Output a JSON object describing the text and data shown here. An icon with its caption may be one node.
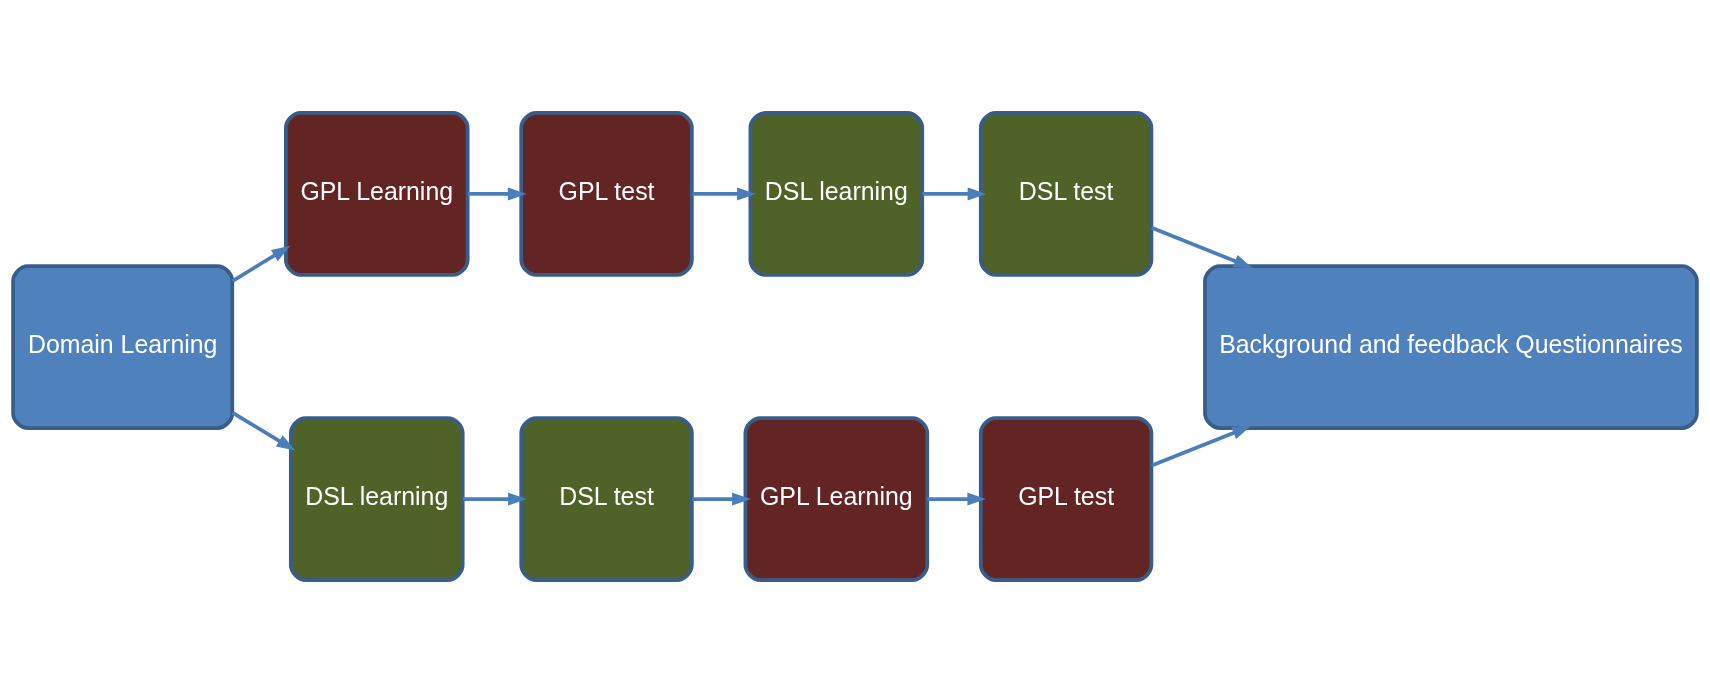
{
  "diagram": {
    "nodes": [
      {
        "text": [
          "Domain Learning"
        ]
      },
      {
        "text": [
          "GPL Learning"
        ]
      },
      {
        "text": [
          "GPL test"
        ]
      },
      {
        "text": [
          "DSL learning"
        ]
      },
      {
        "text": [
          "DSL test"
        ]
      },
      {
        "text": [
          "Background and feedback Questionnaires"
        ]
      },
      {
        "text": [
          "DSL learning"
        ]
      },
      {
        "text": [
          "DSL test"
        ]
      },
      {
        "text": [
          "GPL Learning"
        ]
      },
      {
        "text": [
          "GPL test"
        ]
      }
    ],
    "edges": [
      {
        "from": 0,
        "to": 1,
        "arrow": "to"
      },
      {
        "from": 1,
        "to": 2,
        "arrow": "to"
      },
      {
        "from": 2,
        "to": 3,
        "arrow": "to"
      },
      {
        "from": 3,
        "to": 4,
        "arrow": "to"
      },
      {
        "from": 4,
        "to": 5,
        "arrow": "to"
      },
      {
        "from": 0,
        "to": 6,
        "arrow": "to"
      },
      {
        "from": 6,
        "to": 7,
        "arrow": "to"
      },
      {
        "from": 7,
        "to": 8,
        "arrow": "to"
      },
      {
        "from": 8,
        "to": 9,
        "arrow": "to"
      },
      {
        "from": 9,
        "to": 5,
        "arrow": "to"
      }
    ]
  }
}
